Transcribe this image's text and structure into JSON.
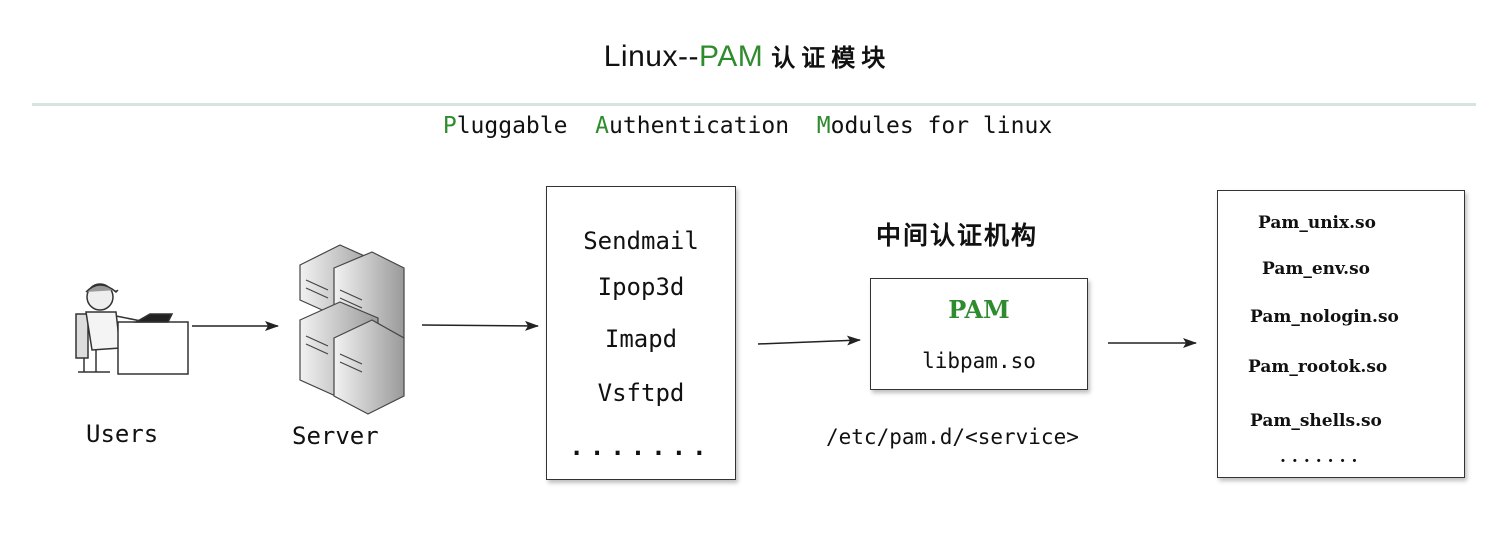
{
  "title": {
    "prefix": "Linux--",
    "highlight": "PAM",
    "suffix": "认证模块"
  },
  "subtitle": {
    "w1_cap": "P",
    "w1_rest": "luggable",
    "w2_cap": "A",
    "w2_rest": "uthentication",
    "w3_cap": "M",
    "w3_rest": "odules for linux"
  },
  "users_label": "Users",
  "server_label": "Server",
  "services": [
    "Sendmail",
    "Ipop3d",
    "Imapd",
    "Vsftpd",
    "......."
  ],
  "auth_title": "中间认证机构",
  "pam_box": {
    "title": "PAM",
    "lib": "libpam.so"
  },
  "config_path": "/etc/pam.d/<service>",
  "modules": [
    "Pam_unix.so",
    "Pam_env.so",
    "Pam_nologin.so",
    "Pam_rootok.so",
    "Pam_shells.so",
    "......."
  ],
  "colors": {
    "accent": "#2e8b2e",
    "rule": "#d6e4e0"
  }
}
